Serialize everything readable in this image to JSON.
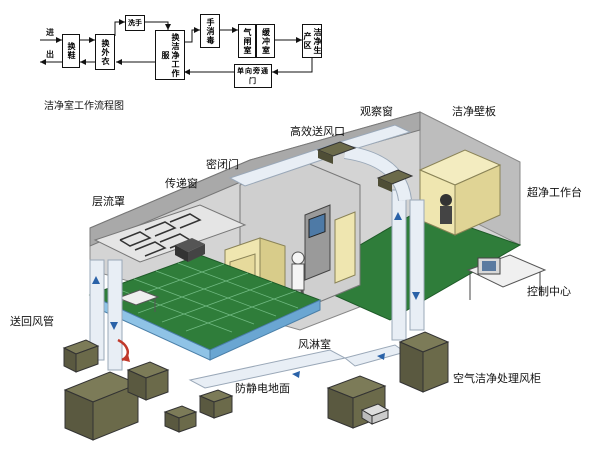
{
  "flowchart": {
    "in_out_label_1": "进",
    "in_out_label_2": "出",
    "steps": {
      "shoes": "换鞋",
      "outer_clothes": "换外衣",
      "wash_hands": "洗手",
      "clean_clothes": "换洁净工作服",
      "hand_dry": "手消毒",
      "air_shower": "气闸室",
      "buffer": "缓冲室",
      "clean_zone": "洁净生产区",
      "one_way_door": "单向旁通门"
    },
    "caption": "洁净室工作流程图"
  },
  "labels": {
    "observation_window": "观察窗",
    "clean_wall": "洁净壁板",
    "hepa_outlet": "高效送风口",
    "airtight_door": "密闭门",
    "pass_box": "传递窗",
    "laminar_hood": "层流罩",
    "super_clean_bench": "超净工作台",
    "control_center": "控制中心",
    "return_duct": "送回风管",
    "air_shower_room": "风淋室",
    "ahu_cabinet": "空气洁净处理风柜",
    "antistatic_floor": "防静电地面"
  },
  "colors": {
    "floor_green": "#2f7d3a",
    "wall_gray": "#c9c9c9",
    "duct_white": "#e8eef5",
    "box_olive": "#6b6a4a",
    "furniture_cream": "#efe6b0",
    "flow_arrow_blue": "#2a62a8"
  }
}
